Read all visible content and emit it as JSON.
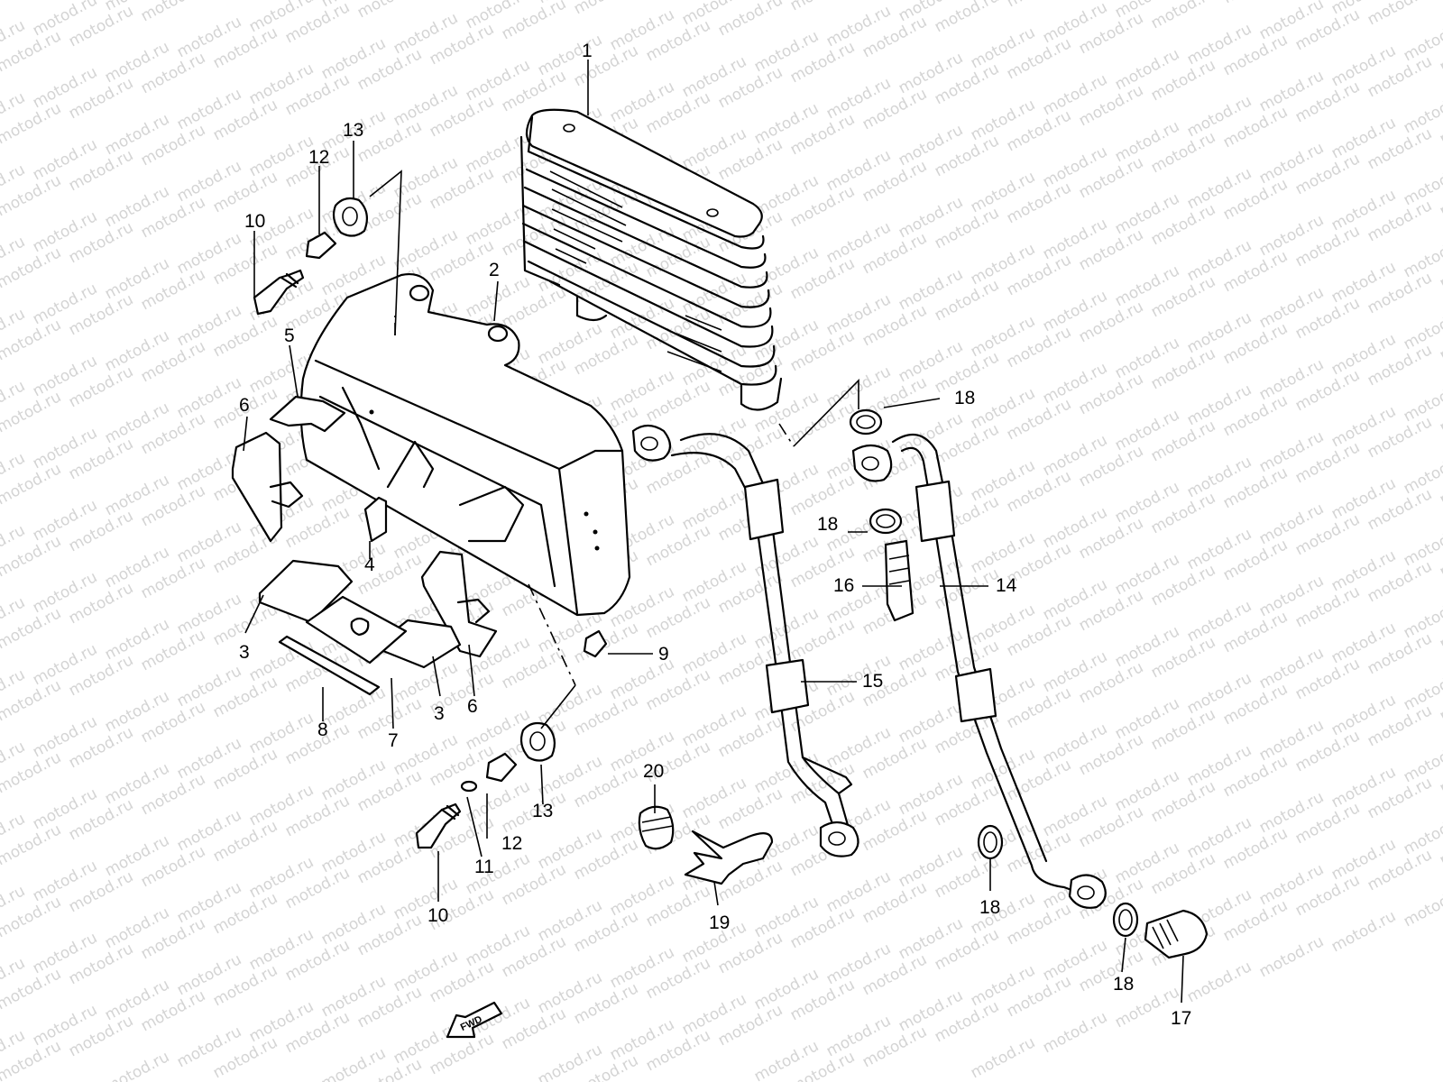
{
  "diagram": {
    "watermark_text": "motod.ru",
    "fwd_label": "FWD",
    "callouts": {
      "c1": "1",
      "c2": "2",
      "c3a": "3",
      "c3b": "3",
      "c4": "4",
      "c5": "5",
      "c6a": "6",
      "c6b": "6",
      "c7": "7",
      "c8": "8",
      "c9": "9",
      "c10a": "10",
      "c10b": "10",
      "c11": "11",
      "c12a": "12",
      "c12b": "12",
      "c13a": "13",
      "c13b": "13",
      "c14": "14",
      "c15": "15",
      "c16": "16",
      "c17": "17",
      "c18a": "18",
      "c18b": "18",
      "c18c": "18",
      "c18d": "18",
      "c19": "19",
      "c20": "20"
    }
  }
}
